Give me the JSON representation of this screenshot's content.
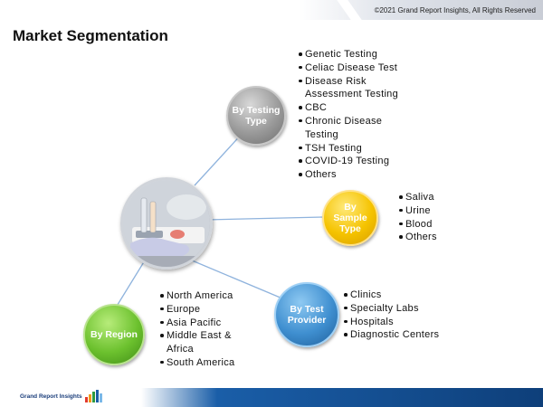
{
  "header": {
    "copyright": "©2021 Grand Report Insights, All Rights Reserved"
  },
  "title": "Market Segmentation",
  "segments": [
    {
      "key": "testing",
      "label": "By Testing Type",
      "color": "#8f8f8f",
      "items": [
        "Genetic Testing",
        "Celiac Disease Test",
        "Disease Risk Assessment Testing",
        "CBC",
        "Chronic Disease Testing",
        "TSH Testing",
        "COVID-19 Testing",
        "Others"
      ]
    },
    {
      "key": "sample",
      "label": "By Sample Type",
      "color": "#f5c300",
      "items": [
        "Saliva",
        "Urine",
        "Blood",
        "Others"
      ]
    },
    {
      "key": "provider",
      "label": "By Test Provider",
      "color": "#3f8fd0",
      "items": [
        "Clinics",
        "Specialty Labs",
        "Hospitals",
        "Diagnostic Centers"
      ]
    },
    {
      "key": "region",
      "label": "By Region",
      "color": "#6cc12e",
      "items": [
        "North America",
        "Europe",
        "Asia Pacific",
        "Middle East & Africa",
        "South America"
      ]
    }
  ],
  "footer": {
    "logo_text": "Grand Report Insights",
    "logo_colors": [
      "#e23a2e",
      "#f29a1a",
      "#2e9b3f",
      "#1a5ea8",
      "#7ab8e8"
    ]
  },
  "colors": {
    "connector": "#8fb3dd",
    "footer_bar": "#1a5ea8"
  }
}
